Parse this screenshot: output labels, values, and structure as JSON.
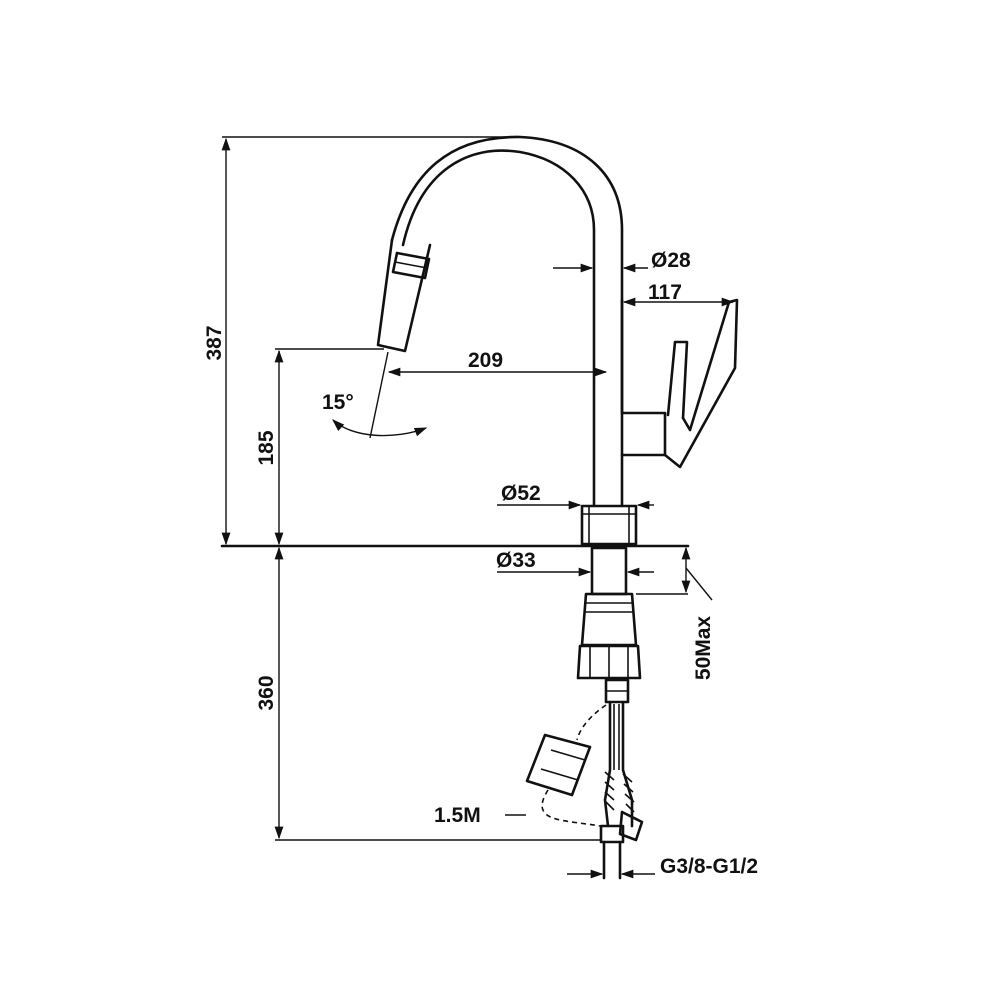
{
  "dimensions": {
    "total_height": "387",
    "spout_height": "185",
    "rotation_angle": "15°",
    "spout_reach": "209",
    "spout_diameter": "Ø28",
    "lever_distance": "117",
    "base_diameter": "Ø52",
    "shank_diameter": "Ø33",
    "max_deck_thickness": "50Max",
    "hose_length_under_deck": "360",
    "pullout_hose_length": "1.5M",
    "connection_thread": "G3/8-G1/2"
  }
}
